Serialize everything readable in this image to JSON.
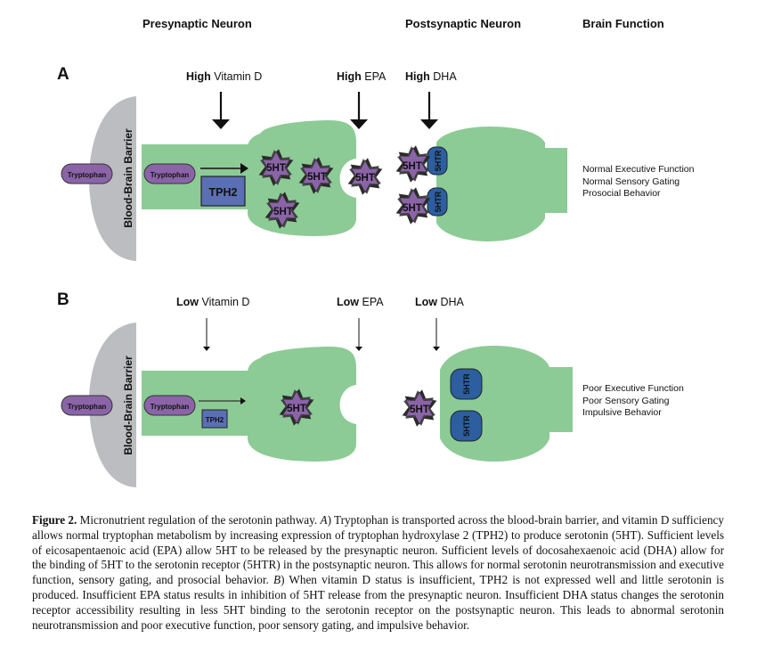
{
  "headers": {
    "presynaptic": "Presynaptic Neuron",
    "postsynaptic": "Postsynaptic Neuron",
    "brain_function": "Brain Function"
  },
  "colors": {
    "neuron_green": "#8ccb95",
    "barrier_gray": "#bcbdc0",
    "molecule_purple": "#8b64a8",
    "tph2_blue": "#5b6fb5",
    "receptor_blue": "#2c5ea0"
  },
  "panel_a": {
    "letter": "A",
    "nutrients": [
      {
        "level": "High",
        "name": "Vitamin D"
      },
      {
        "level": "High",
        "name": "EPA"
      },
      {
        "level": "High",
        "name": "DHA"
      }
    ],
    "barrier_label": "Blood-Brain Barrier",
    "tryptophan_outside": "Tryptophan",
    "tryptophan_inside": "Tryptophan",
    "enzyme": "TPH2",
    "serotonin_label": "5HT",
    "receptor_label": "5HTR",
    "serotonin_count": 6,
    "receptor_count": 2,
    "functions": [
      "Normal Executive Function",
      "Normal Sensory Gating",
      "Prosocial Behavior"
    ]
  },
  "panel_b": {
    "letter": "B",
    "nutrients": [
      {
        "level": "Low",
        "name": "Vitamin D"
      },
      {
        "level": "Low",
        "name": "EPA"
      },
      {
        "level": "Low",
        "name": "DHA"
      }
    ],
    "barrier_label": "Blood-Brain Barrier",
    "tryptophan_outside": "Tryptophan",
    "tryptophan_inside": "Tryptophan",
    "enzyme": "TPH2",
    "serotonin_label": "5HT",
    "receptor_label": "5HTR",
    "serotonin_count": 2,
    "receptor_count": 2,
    "functions": [
      "Poor Executive Function",
      "Poor Sensory Gating",
      "Impulsive Behavior"
    ]
  },
  "caption": {
    "label": "Figure 2.",
    "text_1": " Micronutrient regulation of the serotonin pathway. ",
    "a_marker": "A",
    "text_2": ") Tryptophan is transported across the blood-brain barrier, and vitamin D sufficiency allows normal tryptophan metabolism by increasing expression of tryptophan hydroxylase 2 (TPH2) to produce serotonin (5HT). Sufficient levels of eicosapentaenoic acid (EPA) allow 5HT to be released by the presynaptic neuron. Sufficient levels of docosahexaenoic acid (DHA) allow for the binding of 5HT to the serotonin receptor (5HTR) in the postsynaptic neuron. This allows for normal serotonin neurotransmission and executive function, sensory gating, and prosocial behavior. ",
    "b_marker": "B",
    "text_3": ") When vitamin D status is insufficient, TPH2 is not expressed well and little serotonin is produced. Insufficient EPA status results in inhibition of 5HT release from the presynaptic neuron. Insufficient DHA status changes the serotonin receptor accessibility resulting in less 5HT binding to the serotonin receptor on the postsynaptic neuron. This leads to abnormal serotonin neurotransmission and poor executive function, poor sensory gating, and impulsive behavior."
  }
}
